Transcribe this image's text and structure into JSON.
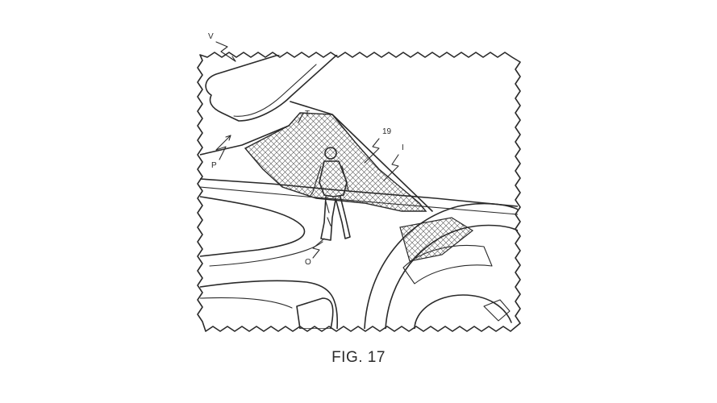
{
  "figure": {
    "caption": "FIG. 17",
    "labels": {
      "vehicle": "V",
      "pillar": "P",
      "transparent_region": "T",
      "display": "19",
      "image": "I",
      "object": "O"
    },
    "hatched_area": "crosshatch"
  }
}
